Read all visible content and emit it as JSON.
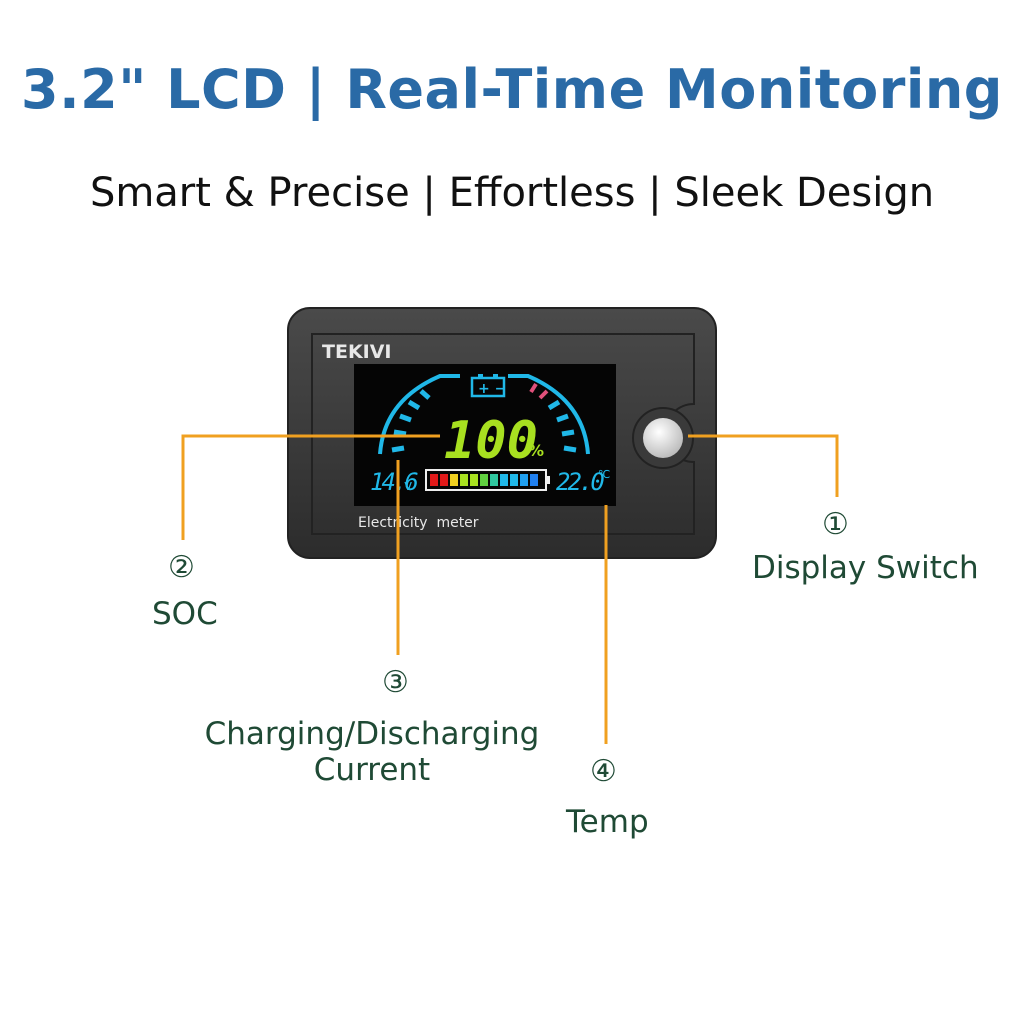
{
  "headline": "3.2\" LCD | Real-Time Monitoring",
  "subheadline": "Smart & Precise | Effortless | Sleek Design",
  "device": {
    "brand": "TEKIVI",
    "caption": "Electricity  meter",
    "soc_value": "100",
    "soc_unit": "%",
    "voltage_value": "14.6",
    "voltage_unit": "v",
    "temp_value": "22.0",
    "temp_unit": "℃",
    "battery_icon": "battery-icon"
  },
  "callouts": [
    {
      "number": "①",
      "label": "Display Switch"
    },
    {
      "number": "②",
      "label": "SOC"
    },
    {
      "number": "③",
      "label": "Charging/Discharging",
      "label_line2": "Current"
    },
    {
      "number": "④",
      "label": "Temp"
    }
  ],
  "colors": {
    "headline": "#2a6aa6",
    "label": "#1f4a35",
    "leader": "#f0a020",
    "display_cyan": "#20b8e8",
    "display_green": "#a8e020"
  }
}
